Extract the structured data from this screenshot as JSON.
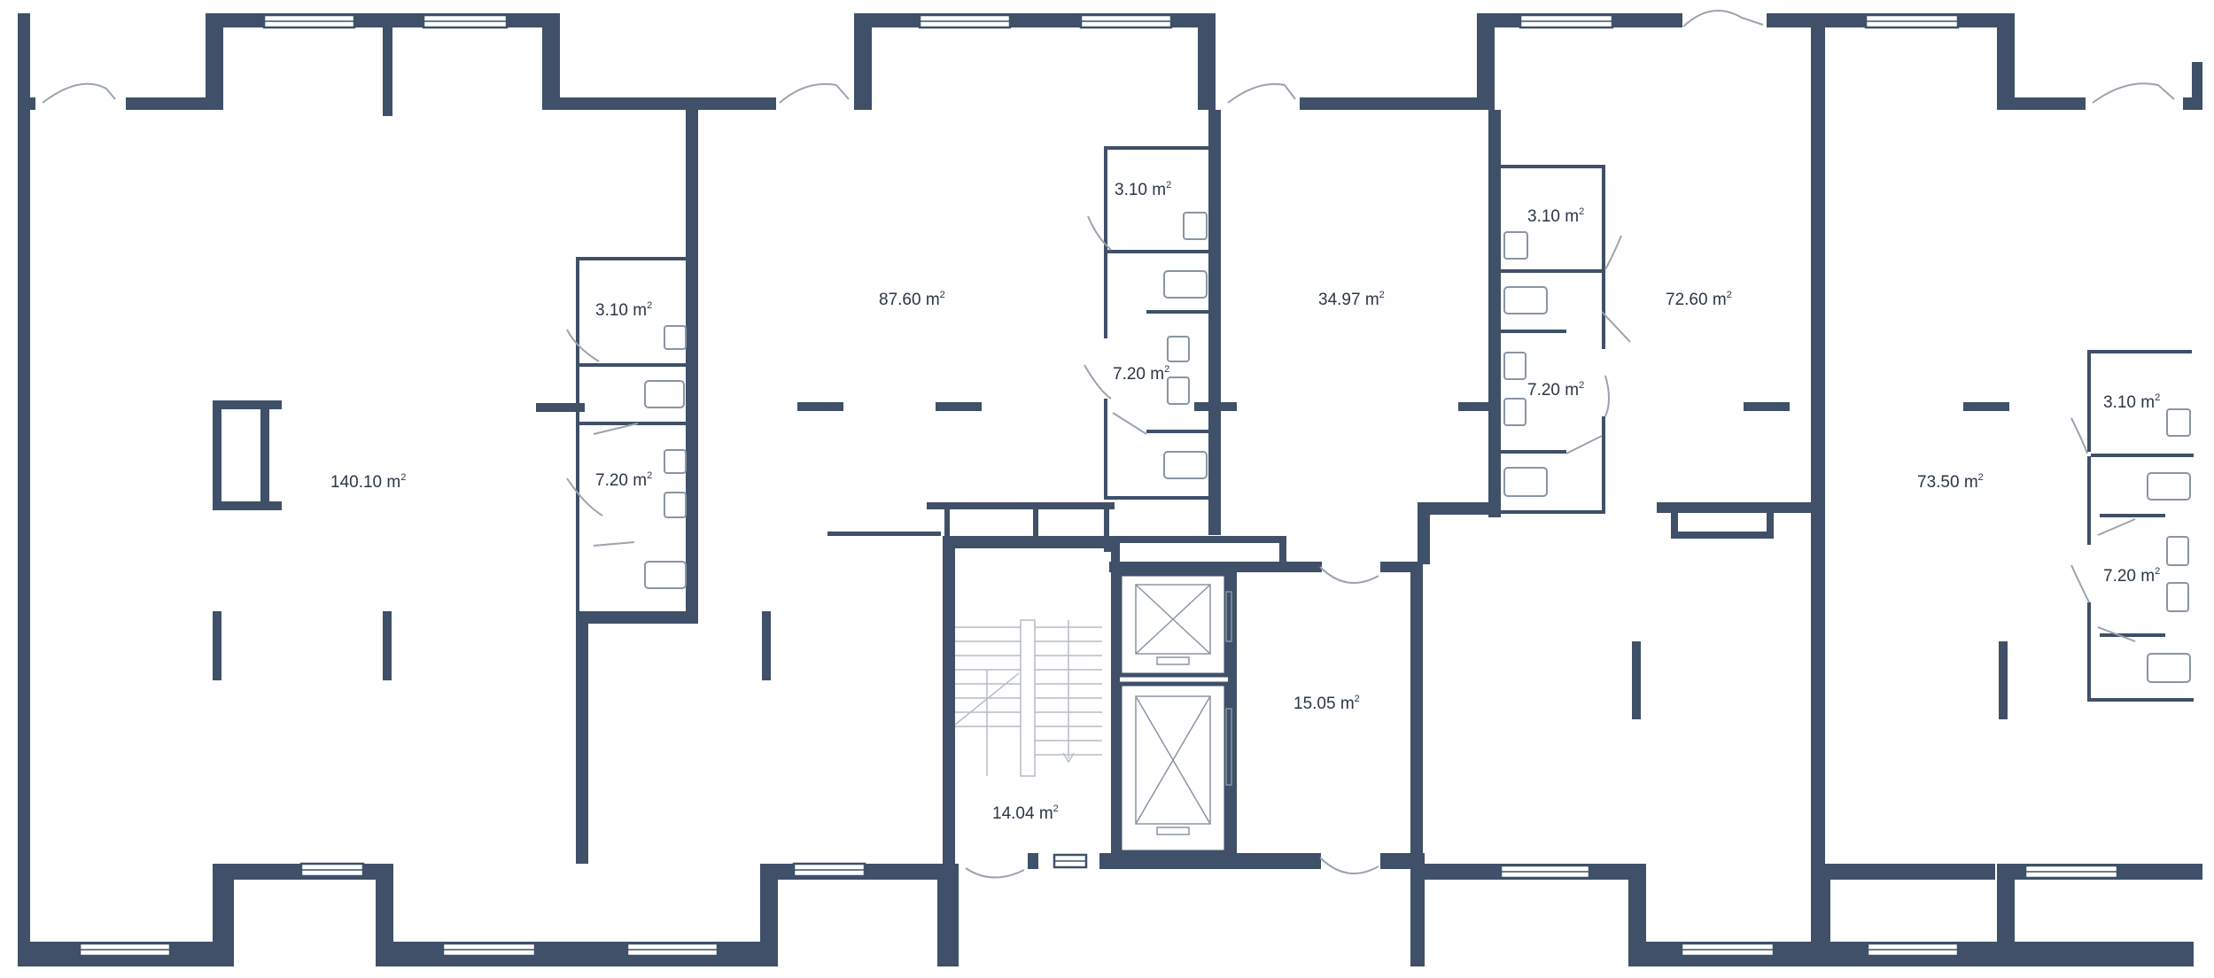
{
  "plan": {
    "unit_sup": "2",
    "rooms": [
      {
        "id": "unit-1-main",
        "area": "140.10 m"
      },
      {
        "id": "unit-1-wc",
        "area": "3.10 m"
      },
      {
        "id": "unit-1-bath",
        "area": "7.20 m"
      },
      {
        "id": "unit-2-main",
        "area": "87.60 m"
      },
      {
        "id": "unit-2-wc",
        "area": "3.10 m"
      },
      {
        "id": "unit-2-bath",
        "area": "7.20 m"
      },
      {
        "id": "unit-3-main",
        "area": "34.97 m"
      },
      {
        "id": "unit-4-wc",
        "area": "3.10 m"
      },
      {
        "id": "unit-4-main",
        "area": "72.60 m"
      },
      {
        "id": "unit-4-bath",
        "area": "7.20 m"
      },
      {
        "id": "unit-5-wc",
        "area": "3.10 m"
      },
      {
        "id": "unit-5-main",
        "area": "73.50 m"
      },
      {
        "id": "unit-5-bath",
        "area": "7.20 m"
      },
      {
        "id": "lift-lobby",
        "area": "15.05 m"
      },
      {
        "id": "stairwell",
        "area": "14.04 m"
      }
    ],
    "colors": {
      "wall": "#3f5068",
      "fixture": "#8a95a3",
      "label": "#2a3647"
    }
  }
}
